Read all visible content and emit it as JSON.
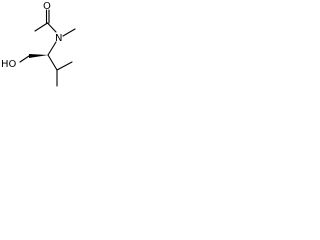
{
  "molecule": {
    "atoms": {
      "oxygen_carbonyl": "O",
      "nitrogen": "N",
      "hydroxyl": "HO"
    },
    "stereo": {
      "wedge_bond": "bold"
    },
    "colors": {
      "bonds": "#000000",
      "labels": "#000000",
      "background": "#ffffff"
    }
  }
}
